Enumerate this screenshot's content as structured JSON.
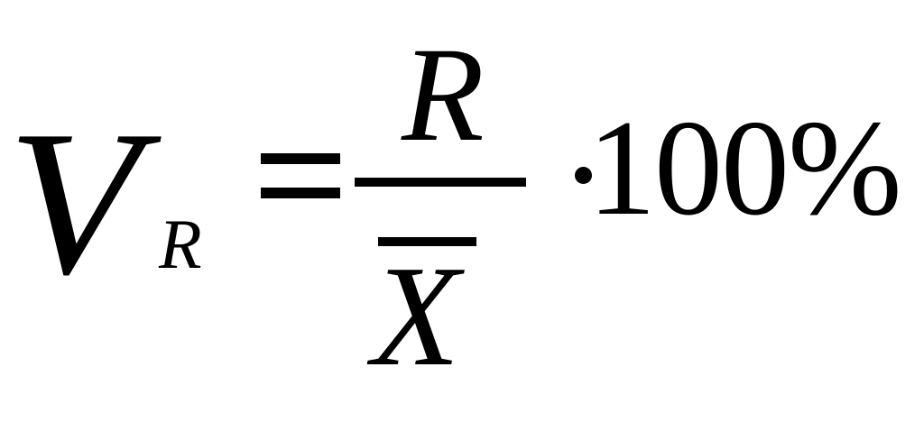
{
  "formula": {
    "lhs_variable": "V",
    "lhs_subscript": "R",
    "equals_sign": "=",
    "numerator": "R",
    "denominator": "X",
    "denominator_has_overbar": true,
    "multiply_operator": "·",
    "factor": "100%"
  }
}
